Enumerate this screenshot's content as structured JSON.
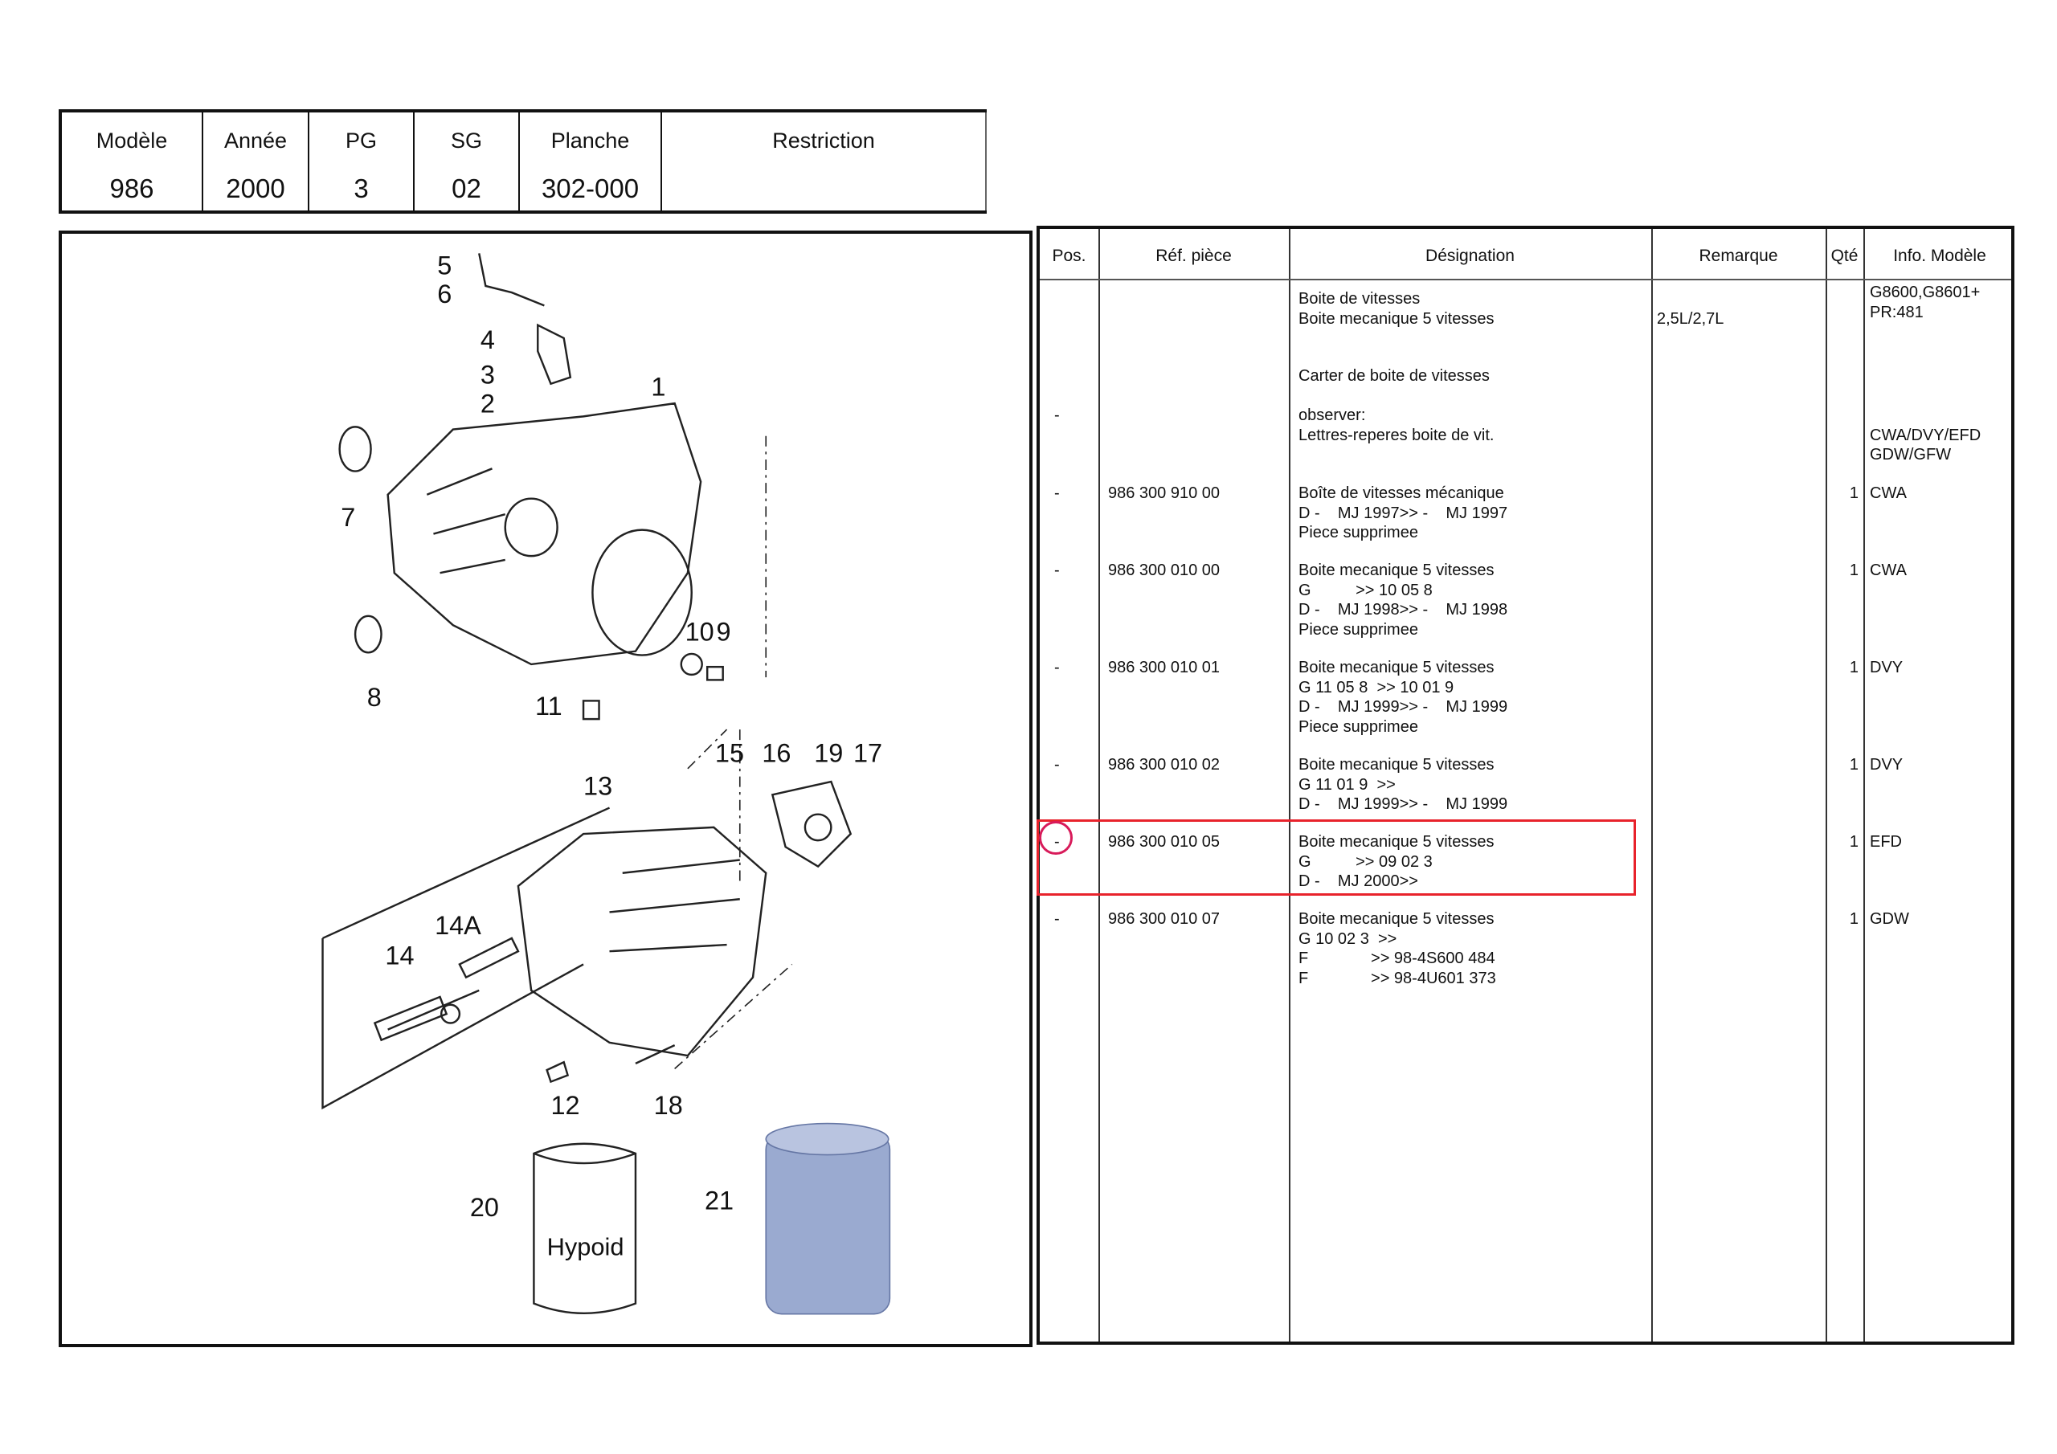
{
  "header": {
    "columns": [
      {
        "label": "Modèle",
        "value": "986"
      },
      {
        "label": "Année",
        "value": "2000"
      },
      {
        "label": "PG",
        "value": "3"
      },
      {
        "label": "SG",
        "value": "02"
      },
      {
        "label": "Planche",
        "value": "302-000"
      },
      {
        "label": "Restriction",
        "value": ""
      }
    ]
  },
  "diagram": {
    "callouts": {
      "c1": "1",
      "c2": "2",
      "c3": "3",
      "c4": "4",
      "c5": "5",
      "c6": "6",
      "c7": "7",
      "c8": "8",
      "c9": "9",
      "c10": "10",
      "c11": "11",
      "c12": "12",
      "c13": "13",
      "c14": "14",
      "c14a": "14A",
      "c15": "15",
      "c16": "16",
      "c17": "17",
      "c18": "18",
      "c19": "19",
      "c20": "20",
      "c21": "21"
    },
    "drum_label": "Hypoid"
  },
  "parts_table": {
    "headers": {
      "pos": "Pos.",
      "ref": "Réf. pièce",
      "designation": "Désignation",
      "remark": "Remarque",
      "qty": "Qté",
      "info": "Info. Modèle"
    },
    "rows": [
      {
        "pos": "",
        "ref": "",
        "lines": [
          "Boite de vitesses",
          "Boite mecanique 5 vitesses"
        ],
        "remark": "2,5L/2,7L",
        "qty": "",
        "info": [
          "G8600,G8601+",
          "PR:481"
        ]
      },
      {
        "pos": "",
        "ref": "",
        "lines": [
          "Carter de boite de vitesses"
        ],
        "remark": "",
        "qty": "",
        "info": []
      },
      {
        "pos": "-",
        "ref": "",
        "lines": [
          "observer:",
          "Lettres-reperes boite de vit."
        ],
        "remark": "",
        "qty": "",
        "info": [
          "",
          "CWA/DVY/EFD",
          "GDW/GFW"
        ]
      },
      {
        "pos": "-",
        "ref": "986 300 910 00",
        "lines": [
          "Boîte de vitesses mécanique",
          "D -    MJ 1997>> -    MJ 1997",
          "Piece supprimee"
        ],
        "remark": "",
        "qty": "1",
        "info": [
          "CWA"
        ]
      },
      {
        "pos": "-",
        "ref": "986 300 010 00",
        "lines": [
          "Boite mecanique 5 vitesses",
          "G          >> 10 05 8",
          "D -    MJ 1998>> -    MJ 1998",
          "Piece supprimee"
        ],
        "remark": "",
        "qty": "1",
        "info": [
          "CWA"
        ]
      },
      {
        "pos": "-",
        "ref": "986 300 010 01",
        "lines": [
          "Boite mecanique 5 vitesses",
          "G 11 05 8  >> 10 01 9",
          "D -    MJ 1999>> -    MJ 1999",
          "Piece supprimee"
        ],
        "remark": "",
        "qty": "1",
        "info": [
          "DVY"
        ]
      },
      {
        "pos": "-",
        "ref": "986 300 010 02",
        "lines": [
          "Boite mecanique 5 vitesses",
          "G 11 01 9  >>",
          "D -    MJ 1999>> -    MJ 1999"
        ],
        "remark": "",
        "qty": "1",
        "info": [
          "DVY"
        ]
      },
      {
        "pos": "-",
        "ref": "986 300 010 05",
        "lines": [
          "Boite mecanique 5 vitesses",
          "G          >> 09 02 3",
          "D -    MJ 2000>>"
        ],
        "remark": "",
        "qty": "1",
        "info": [
          "EFD"
        ]
      },
      {
        "pos": "-",
        "ref": "986 300 010 07",
        "lines": [
          "Boite mecanique 5 vitesses",
          "G 10 02 3  >>",
          "F              >> 98-4S600 484",
          "F              >> 98-4U601 373"
        ],
        "remark": "",
        "qty": "1",
        "info": [
          "GDW"
        ]
      }
    ]
  },
  "colors": {
    "highlight": "#e8222b",
    "circle": "#d81b5a"
  }
}
